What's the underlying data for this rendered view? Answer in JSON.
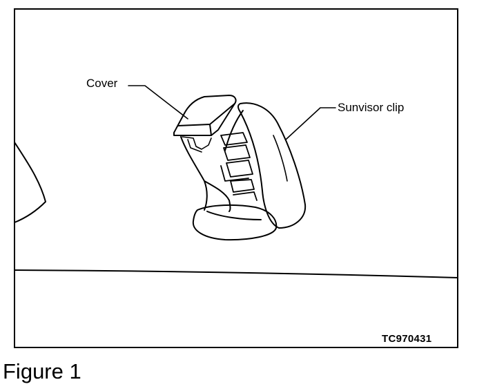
{
  "figure": {
    "labels": {
      "cover": "Cover",
      "sunvisor_clip": "Sunvisor clip"
    },
    "reference_code": "TC970431",
    "caption": "Figure 1"
  },
  "colors": {
    "ink": "#000000",
    "background": "#ffffff"
  }
}
